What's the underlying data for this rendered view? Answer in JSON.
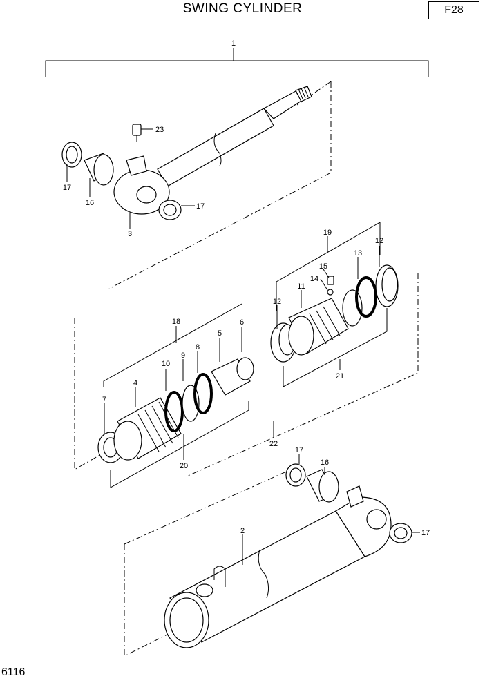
{
  "header": {
    "title": "SWING CYLINDER",
    "sheet_code": "F28"
  },
  "footer": {
    "page_number": "6116"
  },
  "callouts": {
    "c1": "1",
    "c2": "2",
    "c3": "3",
    "c4": "4",
    "c5": "5",
    "c6": "6",
    "c7": "7",
    "c8": "8",
    "c9": "9",
    "c10": "10",
    "c11": "11",
    "c12a": "12",
    "c12b": "12",
    "c13": "13",
    "c14": "14",
    "c15": "15",
    "c16a": "16",
    "c16b": "16",
    "c17a": "17",
    "c17b": "17",
    "c17c": "17",
    "c17d": "17",
    "c18": "18",
    "c19": "19",
    "c20": "20",
    "c21": "21",
    "c22": "22",
    "c23": "23"
  }
}
